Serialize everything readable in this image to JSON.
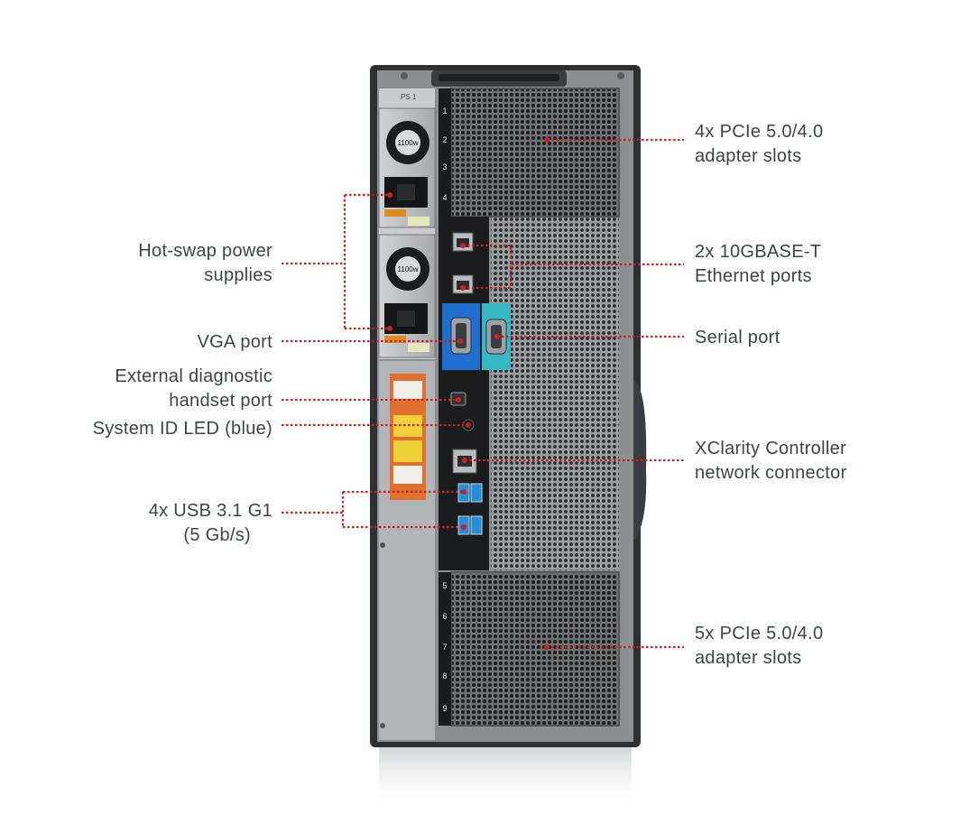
{
  "colors": {
    "callout_line": "#cc1f1f",
    "label_text": "#3c4449",
    "chassis_dark": "#2c2f33",
    "chassis_panel": "#8c8f92",
    "vga_blue": "#1e6fd0",
    "serial_teal": "#36b8c4",
    "usb_blue": "#1f8fe0",
    "warning_orange": "#e07030"
  },
  "server": {
    "psu_label": "PS 1",
    "psu_rating": "1100w",
    "slot_numbers": [
      "1",
      "2",
      "3",
      "4",
      "5",
      "6",
      "7",
      "8",
      "9"
    ]
  },
  "callouts": {
    "pcie_top": {
      "line1": "4x PCIe 5.0/4.0",
      "line2": "adapter slots"
    },
    "ethernet": {
      "line1": "2x 10GBASE-T",
      "line2": "Ethernet ports"
    },
    "serial": {
      "line1": "Serial port"
    },
    "xcc": {
      "line1": "XClarity Controller",
      "line2": "network connector"
    },
    "pcie_bottom": {
      "line1": "5x PCIe 5.0/4.0",
      "line2": "adapter slots"
    },
    "psu": {
      "line1": "Hot-swap power",
      "line2": "supplies"
    },
    "vga": {
      "line1": "VGA port"
    },
    "diag": {
      "line1": "External diagnostic",
      "line2": "handset port"
    },
    "sysid": {
      "line1": "System ID LED (blue)"
    },
    "usb": {
      "line1": "4x USB 3.1 G1",
      "line2": "(5 Gb/s)"
    }
  }
}
